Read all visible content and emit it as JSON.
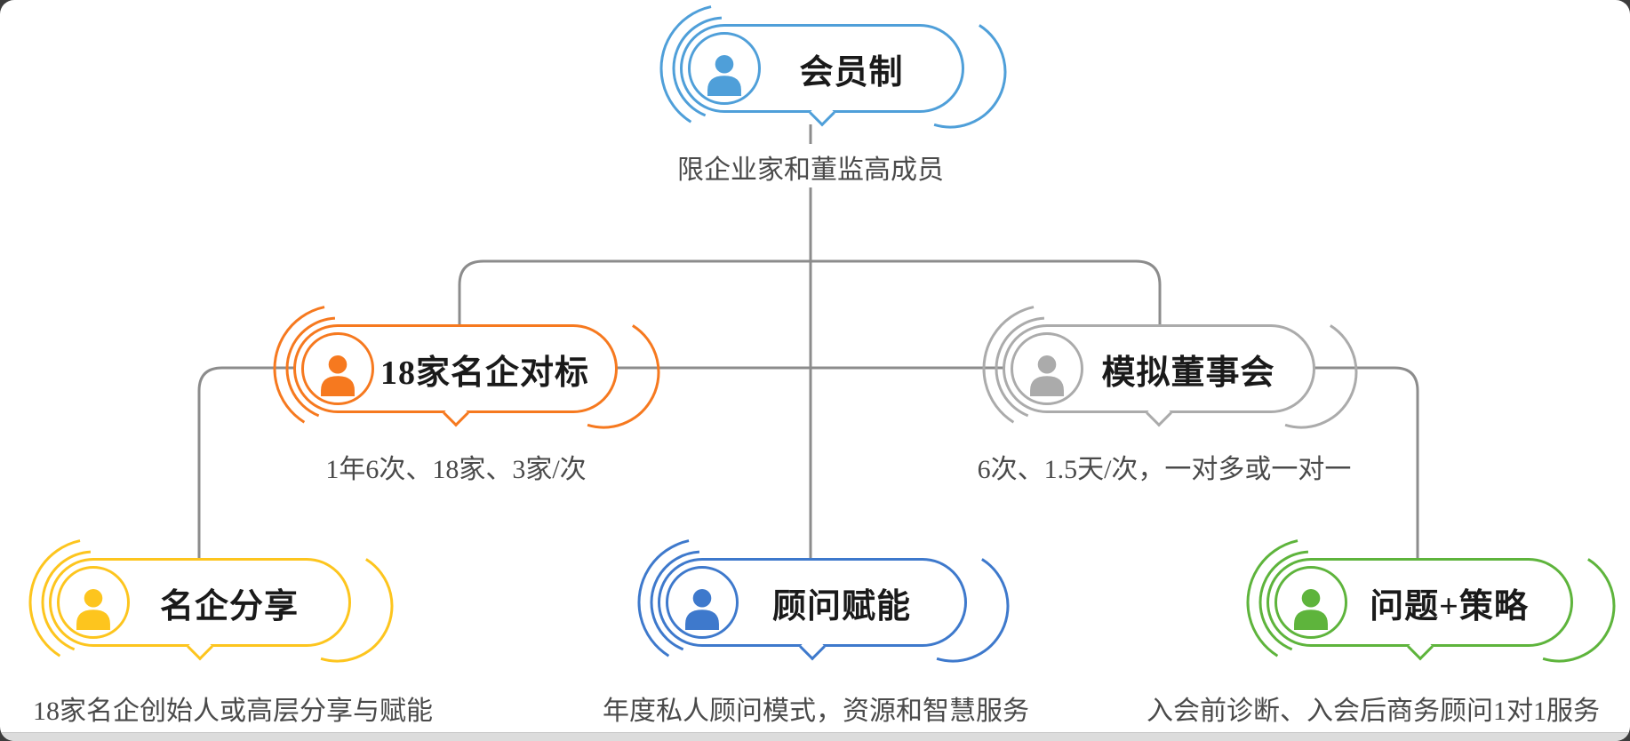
{
  "diagram": {
    "nodes": [
      {
        "id": "membership",
        "title": "会员制",
        "subtitle": "限企业家和董监高成员",
        "color": "#4f9fd9",
        "icon": "person-icon"
      },
      {
        "id": "benchmark",
        "title": "18家名企对标",
        "subtitle": "1年6次、18家、3家/次",
        "color": "#f6791f",
        "icon": "person-icon"
      },
      {
        "id": "mock-board",
        "title": "模拟董事会",
        "subtitle": "6次、1.5天/次，一对多或一对一",
        "color": "#ababab",
        "icon": "person-icon"
      },
      {
        "id": "famous-share",
        "title": "名企分享",
        "subtitle": "18家名企创始人或高层分享与赋能",
        "color": "#fdc51e",
        "icon": "person-icon"
      },
      {
        "id": "advisor-empower",
        "title": "顾问赋能",
        "subtitle": "年度私人顾问模式，资源和智慧服务",
        "color": "#3e79cc",
        "icon": "person-icon"
      },
      {
        "id": "problem-strategy",
        "title": "问题+策略",
        "subtitle": "入会前诊断、入会后商务顾问1对1服务",
        "color": "#5eb43c",
        "icon": "person-icon"
      }
    ],
    "colors": {
      "connector": "#8c8c8c",
      "title_text": "#1a1a1a",
      "subtitle_text": "#4a4a4a",
      "page_background": "#ffffff",
      "window_background": "#3c3c3c"
    }
  }
}
